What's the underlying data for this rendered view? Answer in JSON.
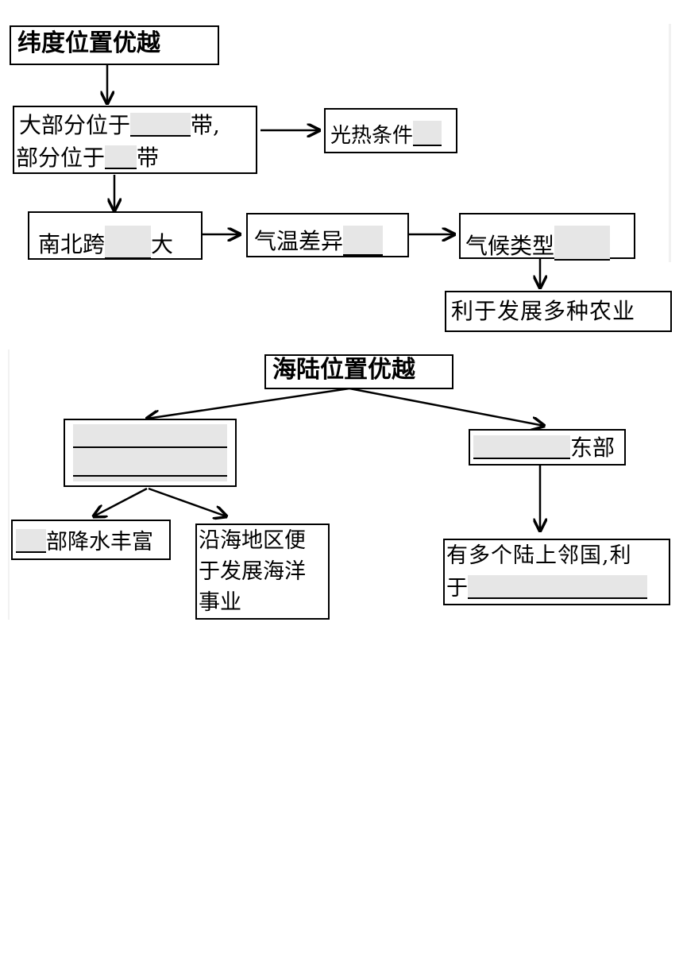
{
  "top": {
    "title": "纬度位置优越",
    "lat_box_line1_pre": "大部分位于",
    "lat_box_line1_post": "带,",
    "lat_box_line2_pre": "部分位于",
    "lat_box_line2_post": "带",
    "light_heat": "光热条件",
    "span_pre": "南北跨",
    "span_post": "大",
    "temp_diff": "气温差异",
    "climate_type": "气候类型",
    "agriculture": "利于发展多种农业"
  },
  "bottom": {
    "title": "海陆位置优越",
    "precip_post": "部降水丰富",
    "coastal_line1": "沿海地区便",
    "coastal_line2": "于发展海洋",
    "coastal_line3": "事业",
    "east_post": "东部",
    "neighbors_line1": "有多个陆上邻国,利",
    "neighbors_line2": "于"
  }
}
